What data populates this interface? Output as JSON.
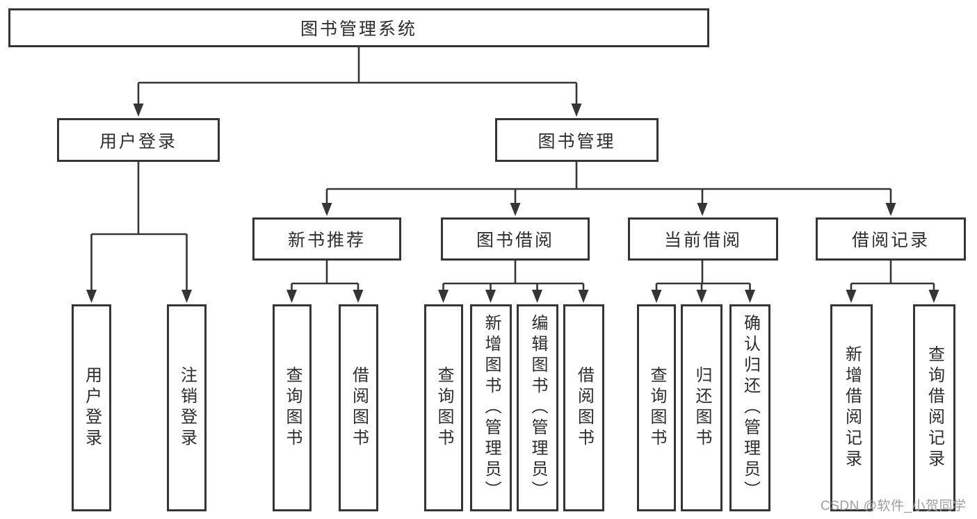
{
  "tree": {
    "root": "图书管理系统",
    "user_login": {
      "label": "用户登录",
      "children": [
        {
          "label": "用户登录"
        },
        {
          "label": "注销登录"
        }
      ]
    },
    "book_management": {
      "label": "图书管理",
      "sections": [
        {
          "label": "新书推荐",
          "children": [
            {
              "label": "查询图书"
            },
            {
              "label": "借阅图书"
            }
          ]
        },
        {
          "label": "图书借阅",
          "children": [
            {
              "label": "查询图书"
            },
            {
              "label": "新增图书（管理员）"
            },
            {
              "label": "编辑图书（管理员）"
            },
            {
              "label": "借阅图书"
            }
          ]
        },
        {
          "label": "当前借阅",
          "children": [
            {
              "label": "查询图书"
            },
            {
              "label": "归还图书"
            },
            {
              "label": "确认归还（管理员）"
            }
          ]
        },
        {
          "label": "借阅记录",
          "children": [
            {
              "label": "新增借阅记录"
            },
            {
              "label": "查询借阅记录"
            }
          ]
        }
      ]
    }
  },
  "colors": {
    "line": "#353535",
    "text": "#2d2d2d",
    "watermark": "#9e9e9e"
  },
  "watermark": "CSDN @软件_小贺同学"
}
